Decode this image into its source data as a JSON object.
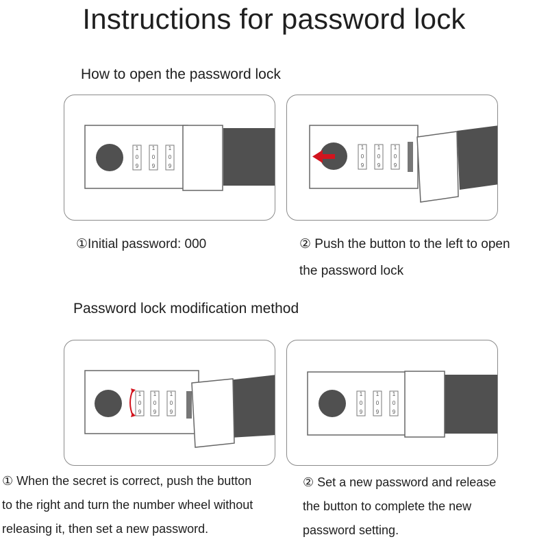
{
  "title": "Instructions for password lock",
  "sections": {
    "open": "How to open the password lock",
    "modify": "Password lock modification method"
  },
  "captions": {
    "step1": "①Initial password: 000",
    "step2_line1": "② Push the button to the left to open",
    "step2_line2": "the password lock",
    "step3_line1": "① When the secret is correct, push the button",
    "step3_line2": "to the right and turn the number wheel without",
    "step3_line3": "releasing it, then set a new password.",
    "step4_line1": "② Set a new password and release",
    "step4_line2": "the button to complete the new",
    "step4_line3": "password setting."
  },
  "dial_digits": [
    "9",
    "0",
    "1"
  ],
  "icons": {
    "lock_button": "round-button-icon",
    "push_arrow": "red-left-arrow-icon",
    "turn_arrow": "red-rotate-arrows-icon"
  },
  "colors": {
    "strap": "#505050",
    "button": "#505050",
    "arrow": "#d2141e",
    "panel_border": "#8a8a8a"
  }
}
